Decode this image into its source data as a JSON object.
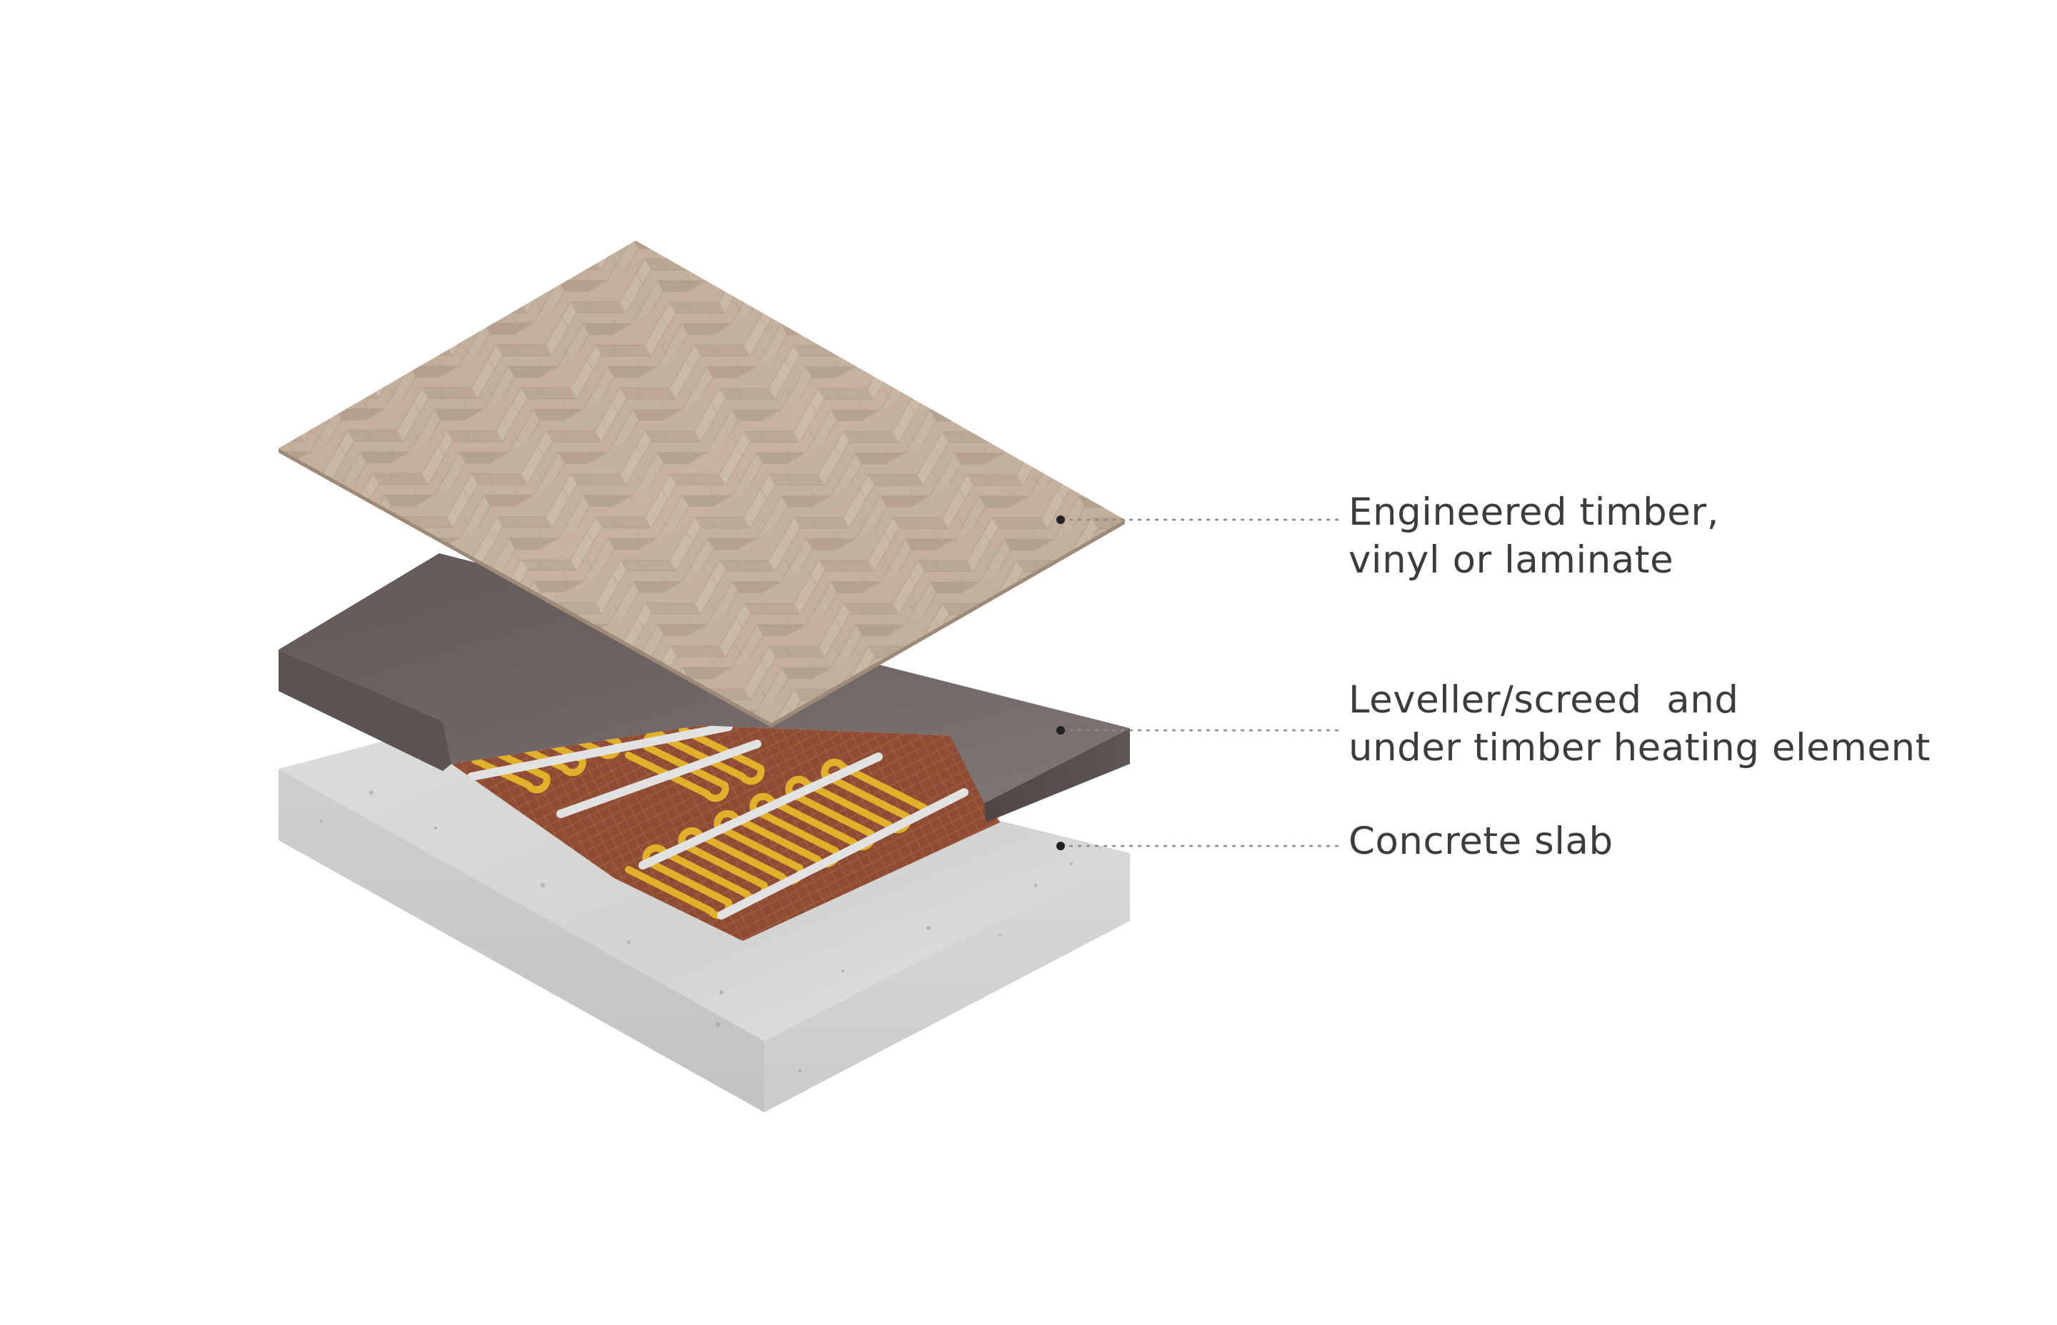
{
  "colors": {
    "background": "#ffffff",
    "timber_light": "#c7b4a1",
    "timber_dark": "#8f7b69",
    "screed_top": "#6b6261",
    "screed_side": "#5a5251",
    "concrete_top": "#d9d9d7",
    "concrete_side": "#c4c4c2",
    "mat": "#8c4a32",
    "heating_wire": "#e3b32a",
    "rail": "#dcdcdc",
    "label_text": "#3c3c3c",
    "leader": "#8a8a8a"
  },
  "labels": {
    "timber": {
      "line1": "Engineered timber,",
      "line2": "vinyl or laminate"
    },
    "screed": {
      "line1": "Leveller/screed  and",
      "line2": "under timber heating element"
    },
    "slab": {
      "line1": "Concrete slab"
    }
  },
  "icons": {
    "layer_marker": "dot-icon"
  }
}
